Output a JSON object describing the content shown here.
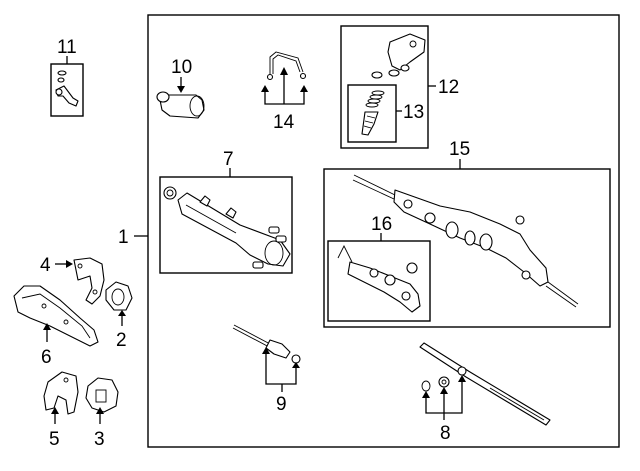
{
  "diagram": {
    "title": "Steering gear & linkage parts diagram",
    "callouts": {
      "c1": "1",
      "c2": "2",
      "c3": "3",
      "c4": "4",
      "c5": "5",
      "c6": "6",
      "c7": "7",
      "c8": "8",
      "c9": "9",
      "c10": "10",
      "c11": "11",
      "c12": "12",
      "c13": "13",
      "c14": "14",
      "c15": "15",
      "c16": "16"
    },
    "line_color": "#000000",
    "background": "#ffffff"
  }
}
